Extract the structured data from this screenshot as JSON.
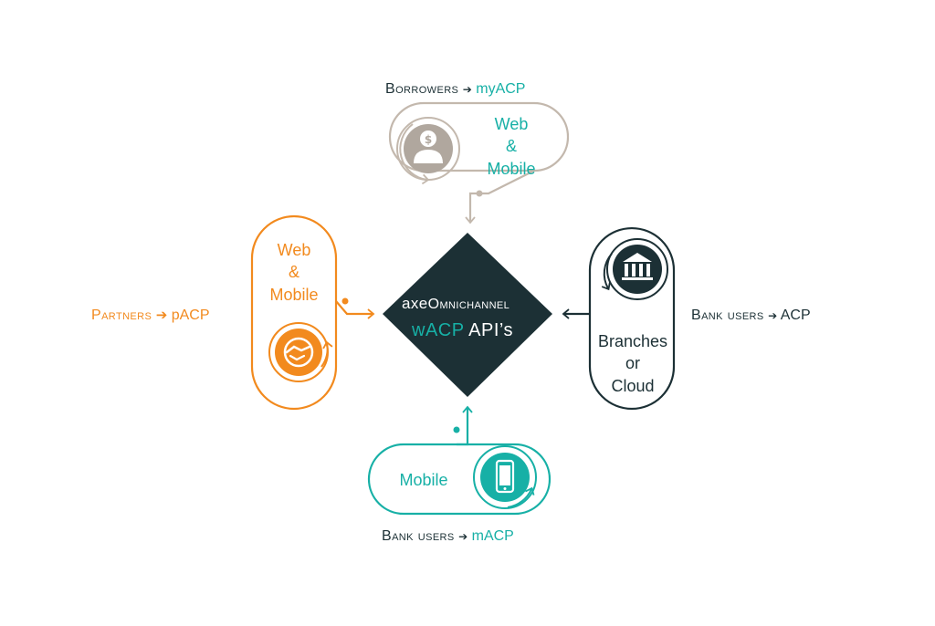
{
  "center": {
    "line1_a": "axe",
    "line1_b": "Omnichannel",
    "line2_a": "wACP",
    "line2_b": "API’s"
  },
  "borrowers": {
    "label_a": "Borrowers",
    "arrow": "➔",
    "label_b": "myACP",
    "channel": [
      "Web",
      "&",
      "Mobile"
    ]
  },
  "partners": {
    "label_a": "Partners",
    "arrow": "➔",
    "label_b": "pACP",
    "channel": [
      "Web",
      "&",
      "Mobile"
    ]
  },
  "bank_branches": {
    "label_a": "Bank users",
    "arrow": "➔",
    "label_b": "ACP",
    "channel": [
      "Branches",
      "or",
      "Cloud"
    ]
  },
  "bank_mobile": {
    "label_a": "Bank users",
    "arrow": "➔",
    "label_b": "mACP",
    "channel": [
      "Mobile"
    ]
  },
  "colors": {
    "dark": "#1c3035",
    "teal": "#17b0a6",
    "orange": "#f28a1e",
    "beige": "#c3b8ad",
    "icon_grey": "#b0a79e"
  },
  "icons": {
    "borrowers": "borrower-dollar-icon",
    "partners": "handshake-icon",
    "bank_branches": "bank-building-icon",
    "bank_mobile": "smartphone-icon"
  }
}
